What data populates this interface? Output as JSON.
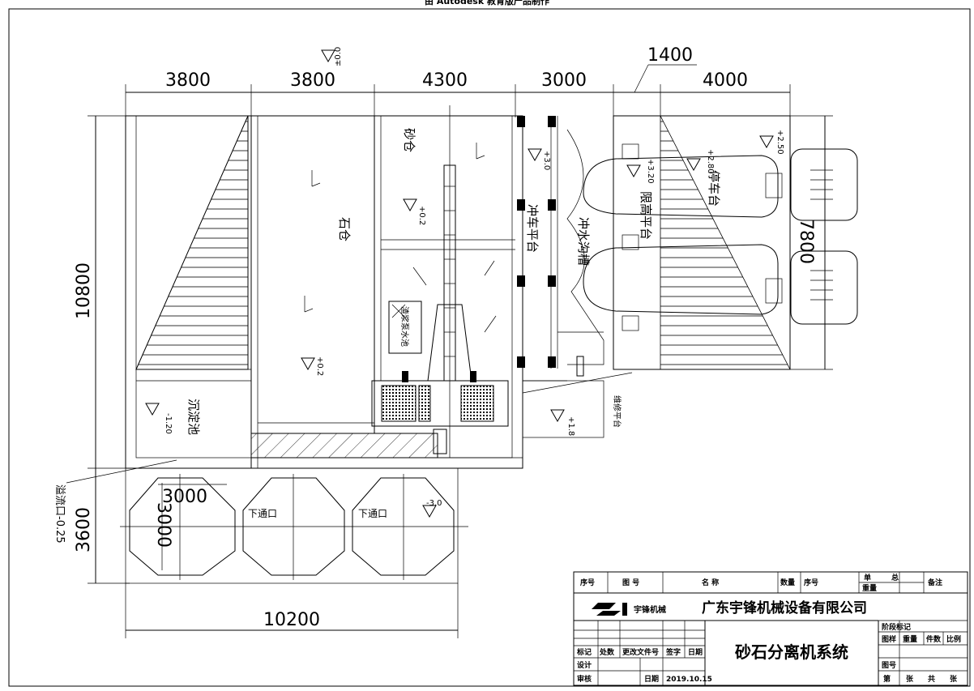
{
  "header": {
    "watermark": "由 Autodesk 教育版产品制作"
  },
  "dimensions": {
    "top": [
      "3800",
      "3800",
      "4300",
      "3000",
      "4000"
    ],
    "top_extra": "1400",
    "left_height": "10800",
    "right_height": "7800",
    "bottom_width": "10200",
    "tank_height": "3600",
    "tank_inner": "3000",
    "tank_inner_v": "3000"
  },
  "levels": {
    "zero": "±0.0",
    "l1": "+3.0",
    "l2": "+0.2",
    "l3": "+0.2",
    "l4": "-1.20",
    "l5": "+1.8",
    "l6": "-3.0",
    "l7": "+3.20",
    "l8": "+2.80",
    "l9": "+2.50"
  },
  "zones": {
    "sand_bin": "砂仓",
    "stone_bin": "石仓",
    "sediment_pool": "沉淀池",
    "wash_platform": "冲车平台",
    "height_limit": "限高平台",
    "parking": "停车台",
    "drain": "冲水沟槽",
    "maintenance": "维修平台",
    "pump": "渣浆泵水池",
    "outlet": "溢流口-0.25",
    "lower_opening_1": "下通口",
    "lower_opening_2": "下通口"
  },
  "title_block": {
    "company": "广东宇锋机械设备有限公司",
    "drawing_title": "砂石分离机系统",
    "logo_text": "宇锋机械",
    "date": "2019.10.15",
    "headers": {
      "seq": "序号",
      "drawing_no": "图 号",
      "name": "名 称",
      "qty": "数量",
      "seq2": "序号",
      "single": "单",
      "total": "总",
      "weight": "重量",
      "remark": "备注",
      "marker": "标记",
      "count": "处数",
      "change_doc": "更改文件号",
      "sign": "签字",
      "date_label": "日期",
      "designer": "设计",
      "review": "审核",
      "date2": "日期",
      "stage": "阶段标记",
      "weight2": "重量",
      "pieces": "件数",
      "scale": "比例",
      "fig": "图样",
      "sheet": "第",
      "sheet_unit": "张",
      "total_sheets": "共",
      "total_unit": "张",
      "drawing_num": "图号"
    }
  }
}
